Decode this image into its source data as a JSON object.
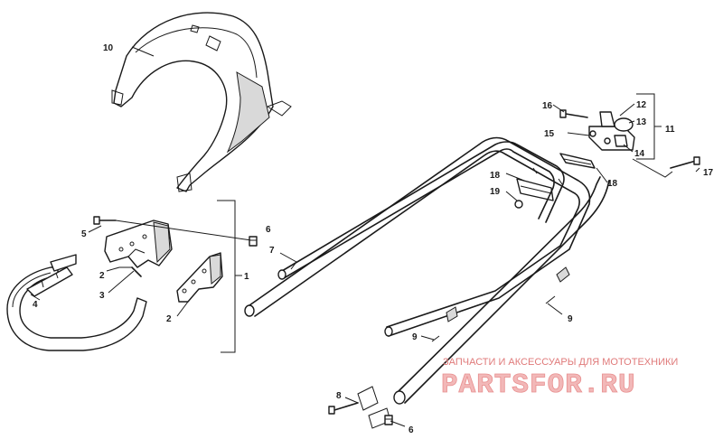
{
  "callouts": [
    "1",
    "2",
    "2",
    "3",
    "4",
    "5",
    "6",
    "6",
    "7",
    "8",
    "9",
    "9",
    "10",
    "11",
    "12",
    "13",
    "14",
    "15",
    "16",
    "17",
    "18",
    "18",
    "19"
  ],
  "watermark": {
    "tagline": "ЗАПЧАСТИ И АКСЕССУАРЫ ДЛЯ МОТОТЕХНИКИ",
    "brand": "PARTSFOR.RU"
  }
}
